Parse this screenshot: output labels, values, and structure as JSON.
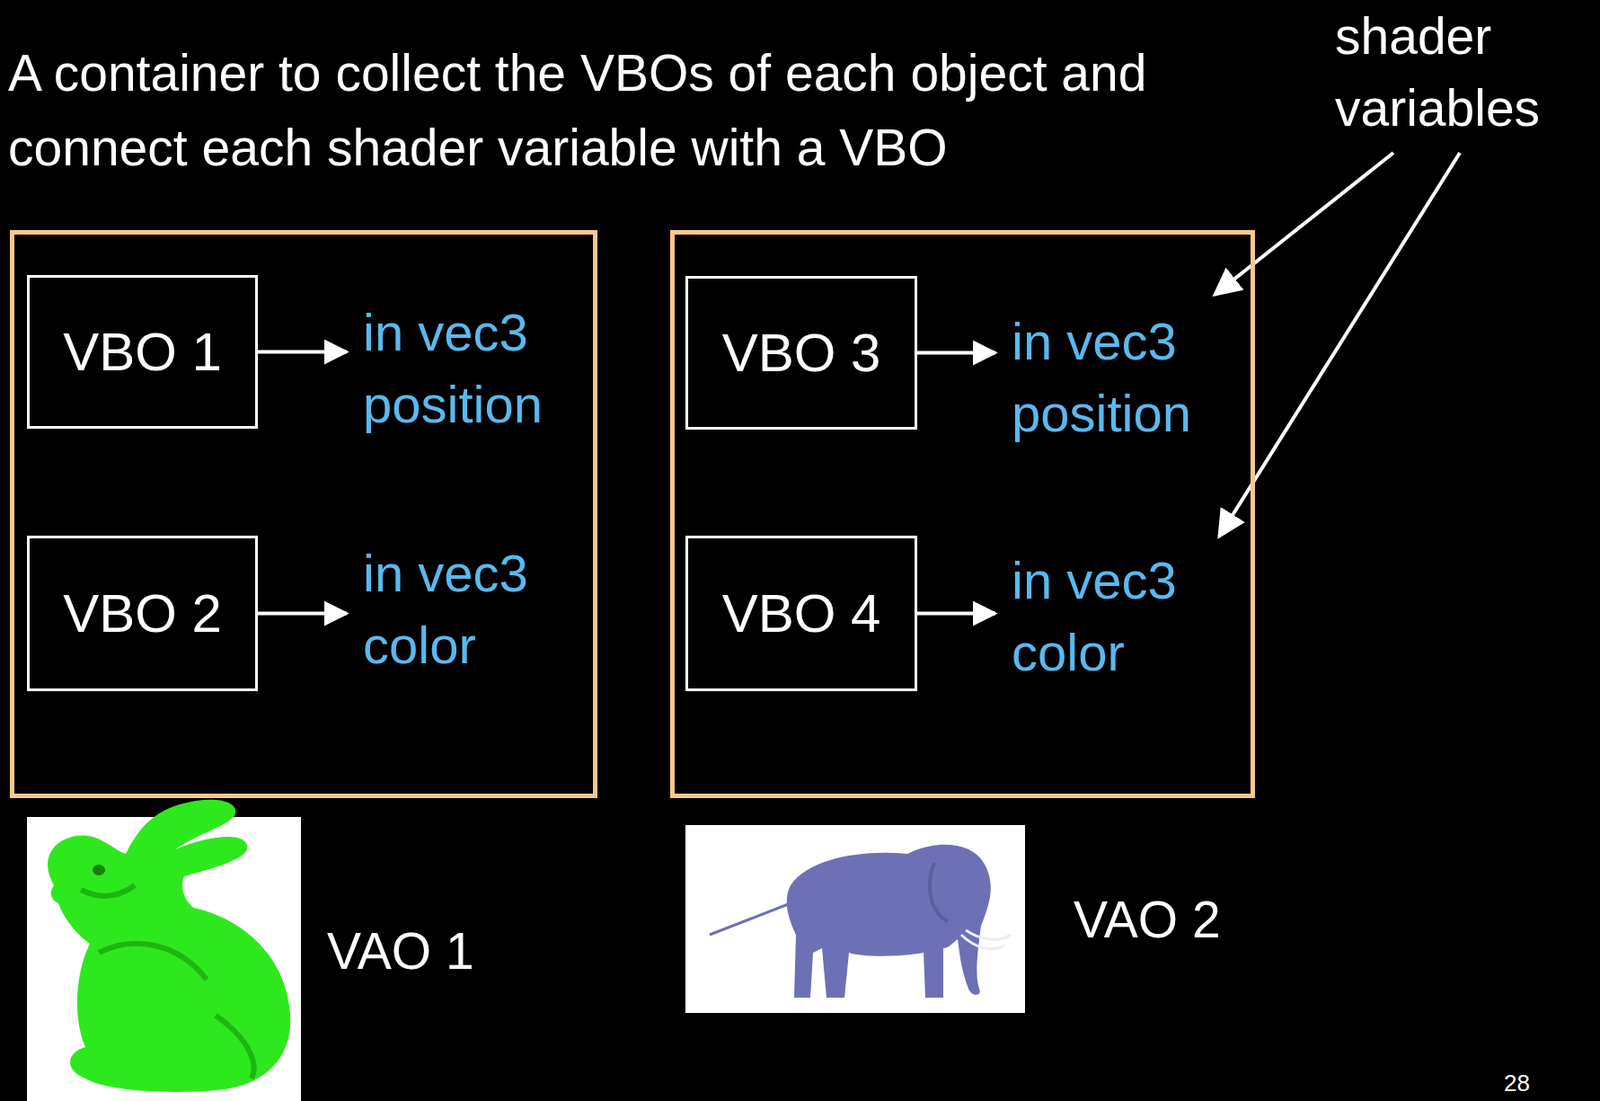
{
  "diagram": {
    "title": "A container to collect the VBOs of each object and connect each shader variable with a VBO",
    "nodes": [
      {
        "text": [
          "VAO 1"
        ]
      },
      {
        "text": [
          "VBO 1"
        ],
        "in": 0
      },
      {
        "text": [
          "in vec3 position"
        ],
        "in": 0
      },
      {
        "text": [
          "VBO 2"
        ],
        "in": 0
      },
      {
        "text": [
          "in vec3 color"
        ],
        "in": 0
      },
      {
        "text": [
          "VAO 2"
        ]
      },
      {
        "text": [
          "VBO 3"
        ],
        "in": 5
      },
      {
        "text": [
          "in vec3 position"
        ],
        "in": 5
      },
      {
        "text": [
          "VBO 4"
        ],
        "in": 5
      },
      {
        "text": [
          "in vec3 color"
        ],
        "in": 5
      }
    ],
    "edges": [
      {
        "from": 1,
        "to": 2,
        "arrow": "to"
      },
      {
        "from": 3,
        "to": 4,
        "arrow": "to"
      },
      {
        "from": 6,
        "to": 7,
        "arrow": "to"
      },
      {
        "from": 8,
        "to": 9,
        "arrow": "to"
      }
    ],
    "labels": [
      "shader variables",
      "28"
    ]
  }
}
